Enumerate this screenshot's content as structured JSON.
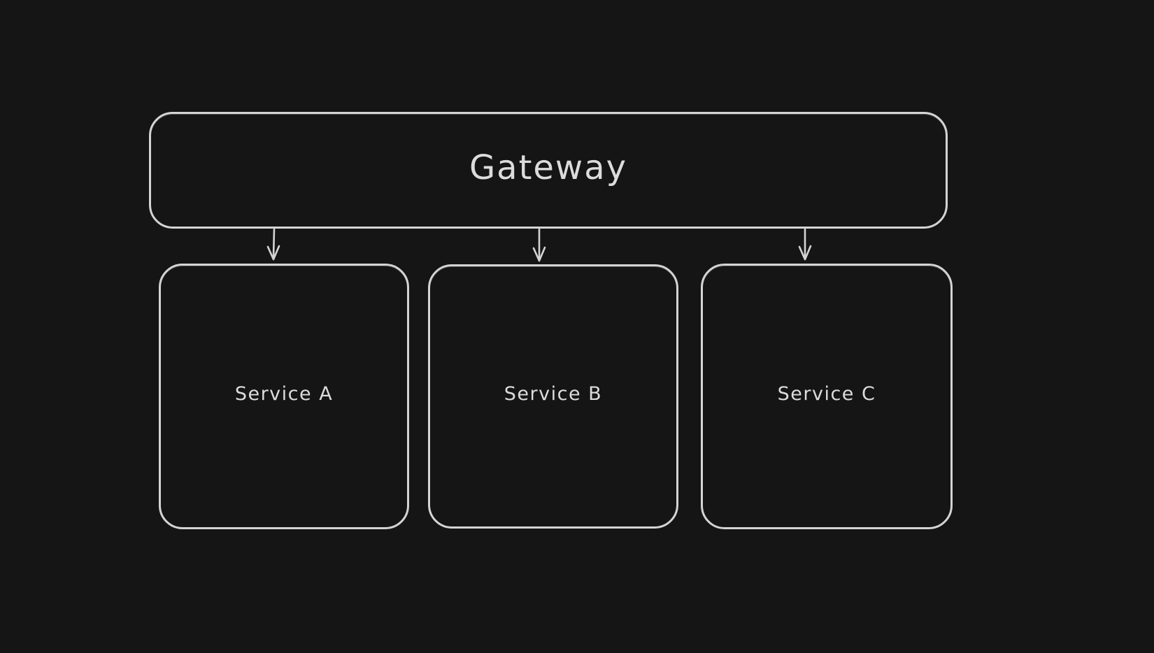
{
  "theme": {
    "background": "#151515",
    "stroke": "#d4d4d4",
    "text": "#dcdcdc"
  },
  "diagram": {
    "type": "flowchart",
    "style": "hand-drawn-sketch-dark",
    "nodes": {
      "gateway": {
        "label": "Gateway"
      },
      "service_a": {
        "label": "Service A"
      },
      "service_b": {
        "label": "Service B"
      },
      "service_c": {
        "label": "Service C"
      }
    },
    "edges": [
      {
        "from": "Gateway",
        "to": "Service A",
        "direction": "down"
      },
      {
        "from": "Gateway",
        "to": "Service B",
        "direction": "down"
      },
      {
        "from": "Gateway",
        "to": "Service C",
        "direction": "down"
      }
    ]
  }
}
